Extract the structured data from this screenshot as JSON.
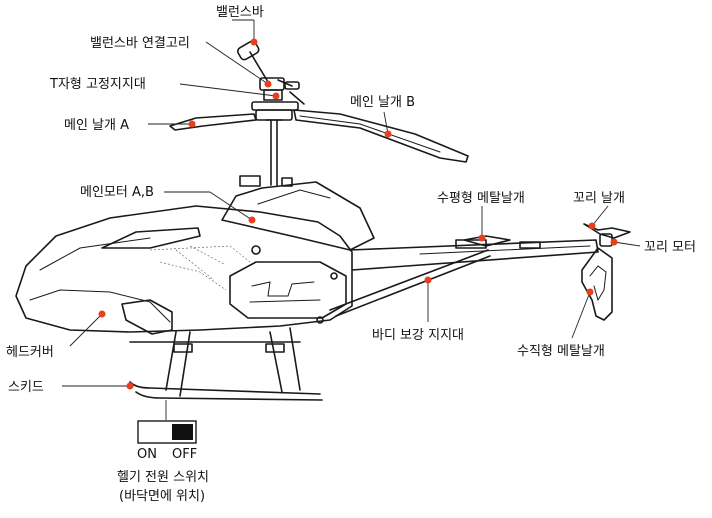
{
  "accent_color": "#e8401c",
  "labels": {
    "balance_bar": "밸런스바",
    "balance_bar_link": "밸런스바 연결고리",
    "t_holder": "T자형 고정지지대",
    "main_blade_a": "메인 날개 A",
    "main_blade_b": "메인 날개 B",
    "main_motor": "메인모터 A,B",
    "horizontal_fin": "수평형 메탈날개",
    "tail_rotor": "꼬리 날개",
    "tail_motor": "꼬리 모터",
    "body_support": "바디 보강 지지대",
    "vertical_fin": "수직형 메탈날개",
    "head_cover": "헤드커버",
    "skid": "스키드"
  },
  "power_switch": {
    "on_label": "ON",
    "off_label": "OFF",
    "title": "헬기 전원 스위치",
    "subtitle": "(바닥면에 위치)"
  }
}
